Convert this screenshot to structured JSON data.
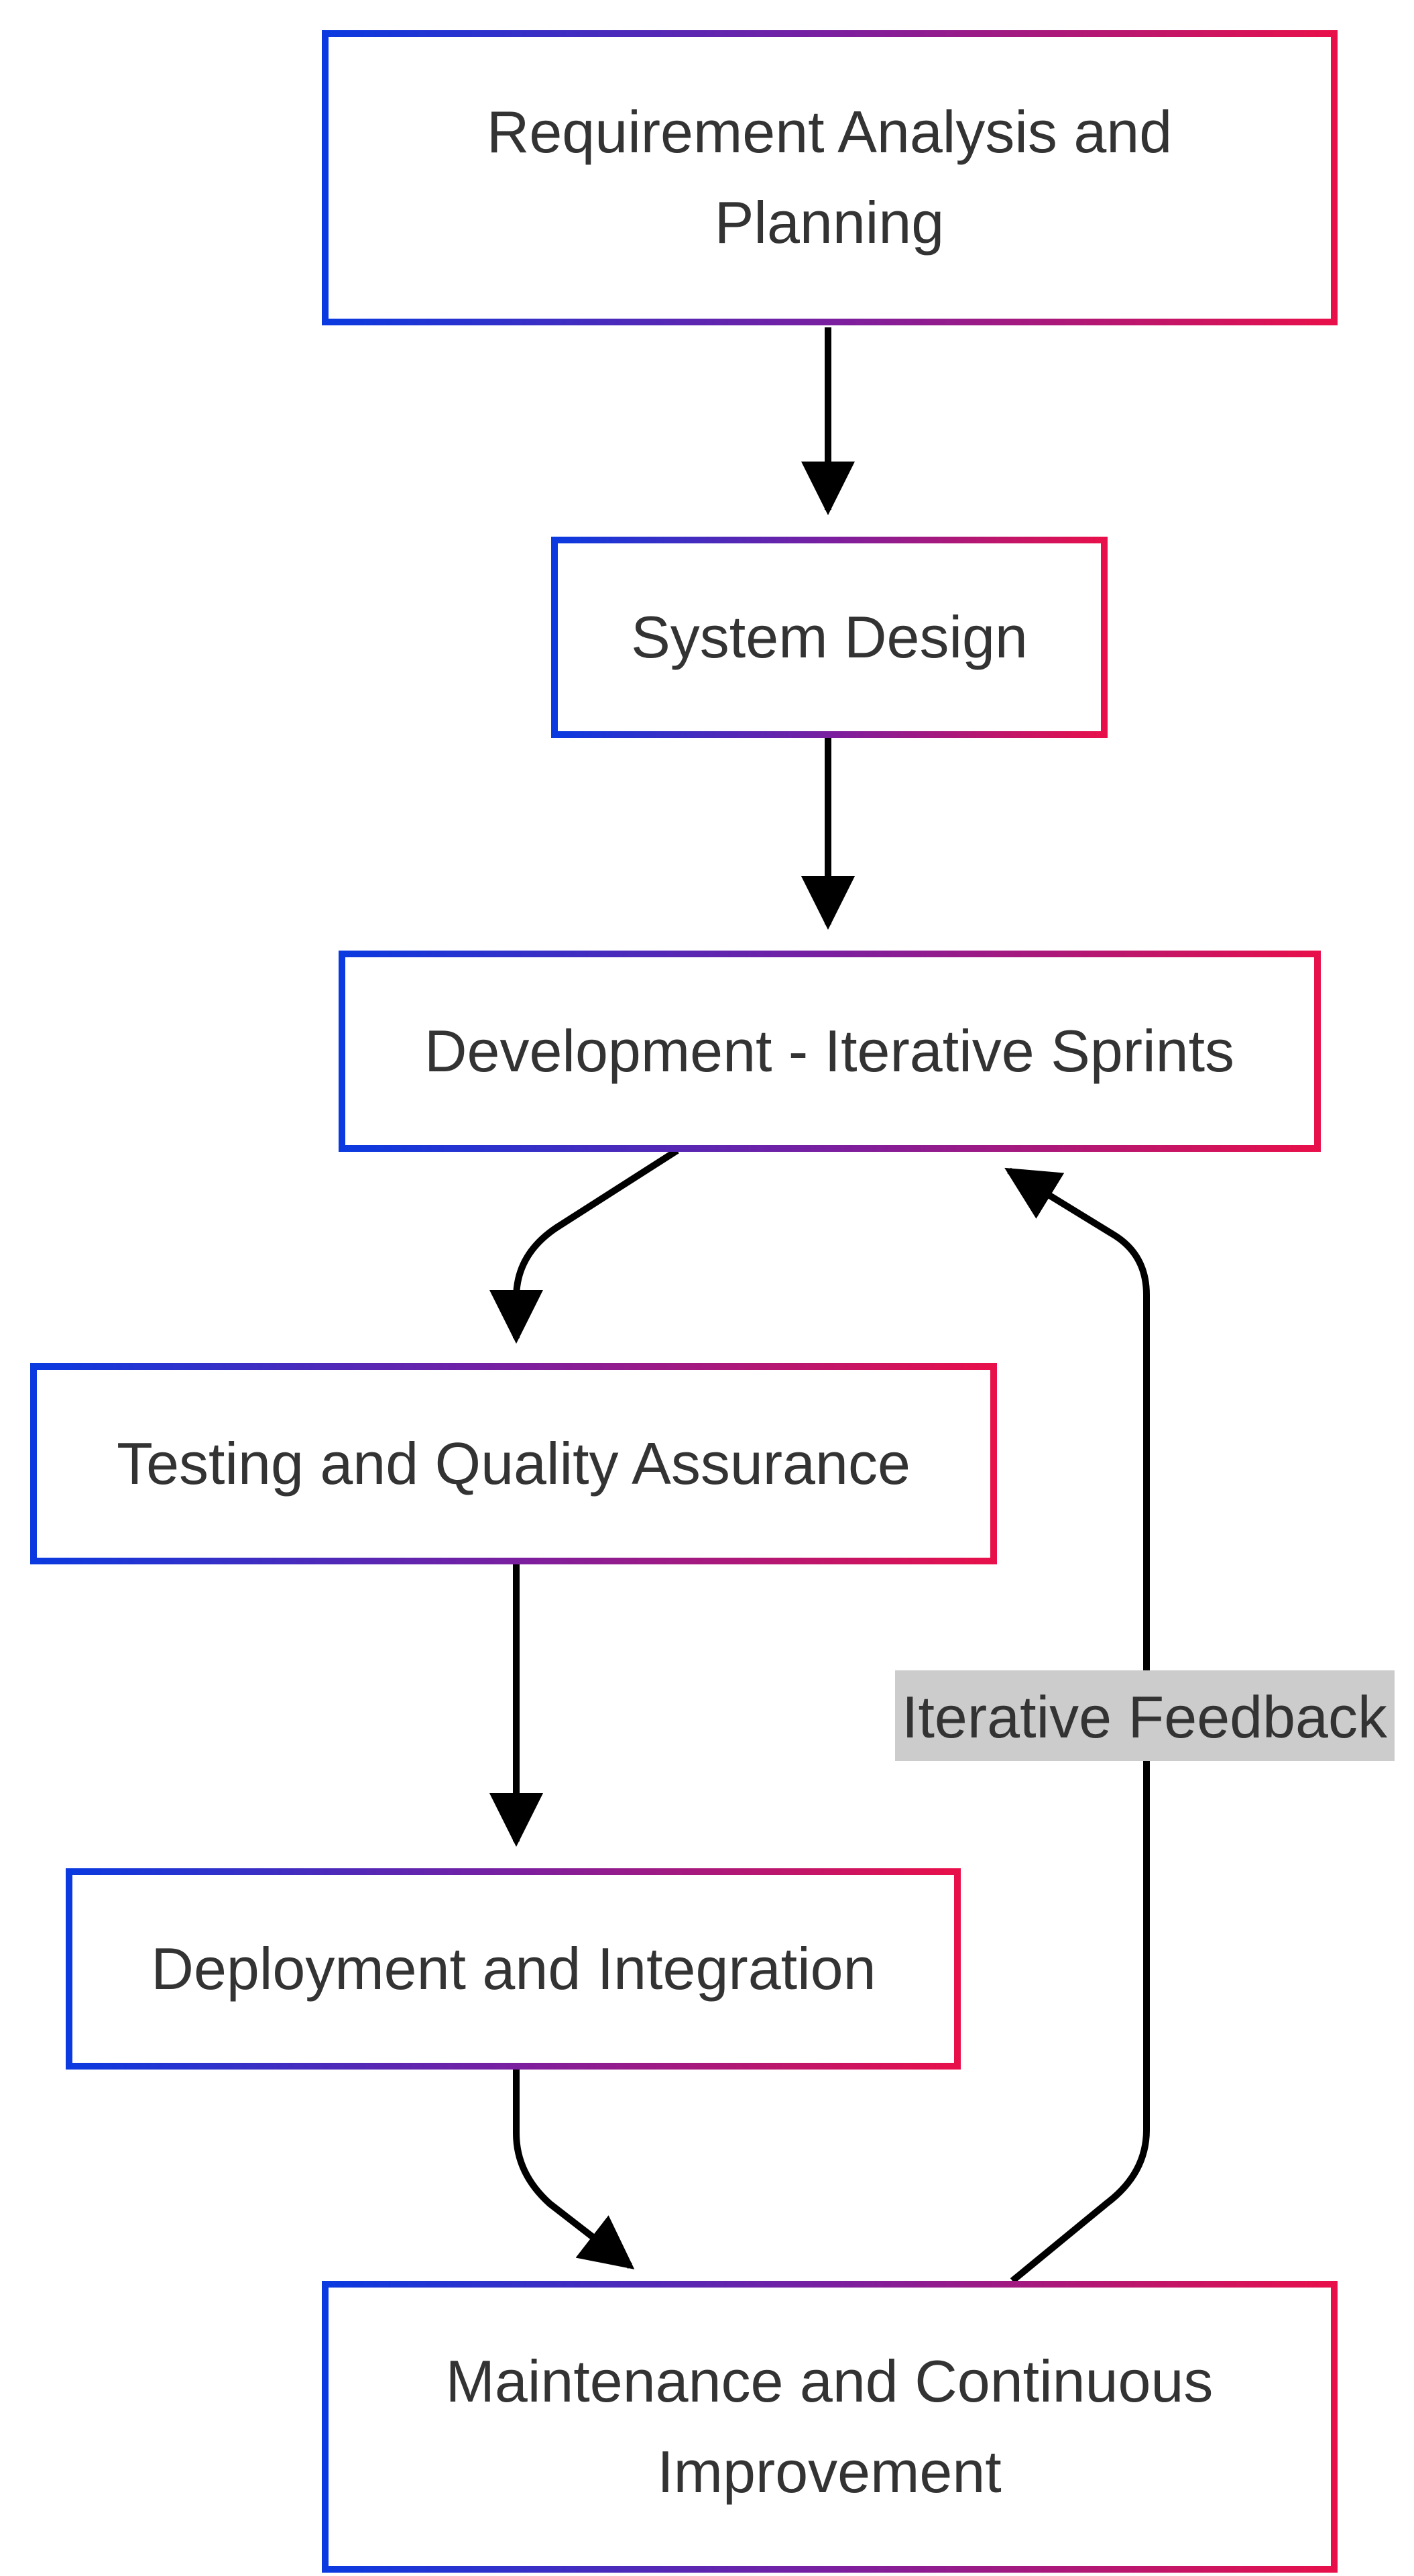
{
  "nodes": {
    "requirements": {
      "line1": "Requirement Analysis and",
      "line2": "Planning"
    },
    "design": {
      "label": "System Design"
    },
    "development": {
      "label": "Development - Iterative Sprints"
    },
    "testing": {
      "label": "Testing and Quality Assurance"
    },
    "deployment": {
      "label": "Deployment and Integration"
    },
    "maintenance": {
      "line1": "Maintenance and Continuous",
      "line2": "Improvement"
    }
  },
  "edges": {
    "feedback": {
      "label": "Iterative Feedback"
    }
  },
  "colors": {
    "gradient_start": "#0a3ae0",
    "gradient_mid": "#7a1fa0",
    "gradient_end": "#e8104a",
    "edge": "#000000",
    "label_bg": "#cccccc",
    "text": "#333333"
  }
}
